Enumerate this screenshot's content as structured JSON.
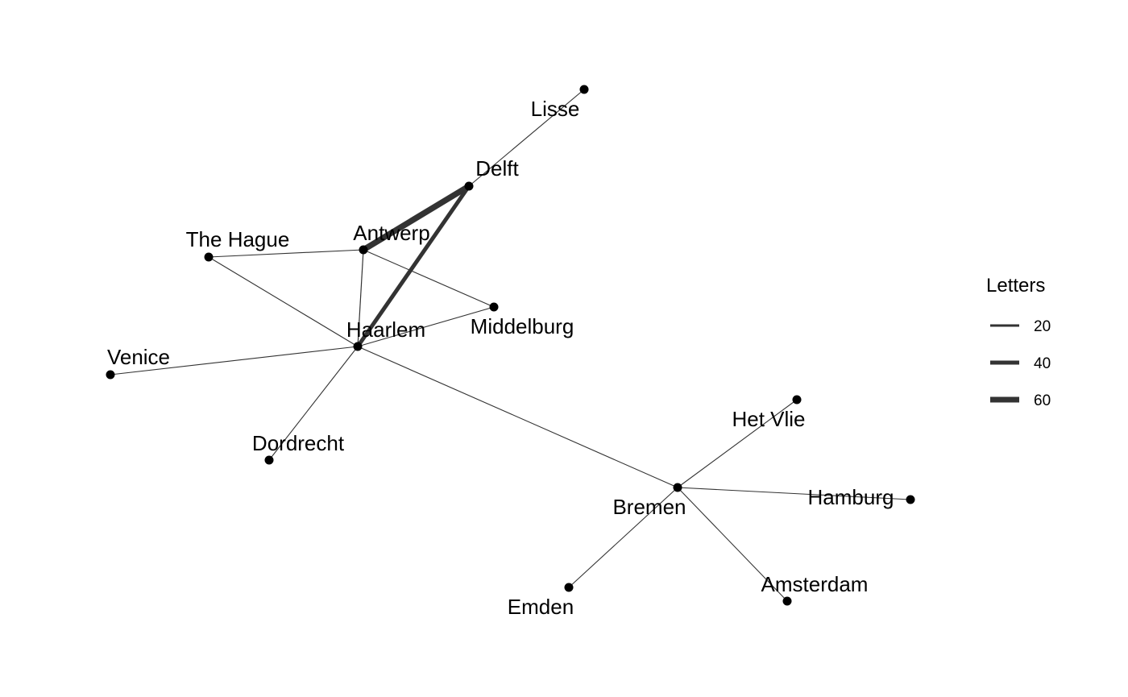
{
  "legend": {
    "title": "Letters",
    "entries": [
      {
        "label": "20",
        "letters": 20
      },
      {
        "label": "40",
        "letters": 40
      },
      {
        "label": "60",
        "letters": 60
      }
    ]
  },
  "colors": {
    "edge": "#333333",
    "node": "#000000",
    "label": "#000000"
  },
  "nodes": [
    {
      "id": "lisse",
      "name": "Lisse"
    },
    {
      "id": "delft",
      "name": "Delft"
    },
    {
      "id": "the-hague",
      "name": "The Hague"
    },
    {
      "id": "antwerp",
      "name": "Antwerp"
    },
    {
      "id": "middelburg",
      "name": "Middelburg"
    },
    {
      "id": "haarlem",
      "name": "Haarlem"
    },
    {
      "id": "venice",
      "name": "Venice"
    },
    {
      "id": "dordrecht",
      "name": "Dordrecht"
    },
    {
      "id": "het-vlie",
      "name": "Het Vlie"
    },
    {
      "id": "bremen",
      "name": "Bremen"
    },
    {
      "id": "hamburg",
      "name": "Hamburg"
    },
    {
      "id": "emden",
      "name": "Emden"
    },
    {
      "id": "amsterdam",
      "name": "Amsterdam"
    }
  ],
  "edges": [
    {
      "source": "delft",
      "target": "lisse",
      "letters": 1
    },
    {
      "source": "antwerp",
      "target": "delft",
      "letters": 64
    },
    {
      "source": "haarlem",
      "target": "delft",
      "letters": 40
    },
    {
      "source": "the-hague",
      "target": "antwerp",
      "letters": 1
    },
    {
      "source": "the-hague",
      "target": "haarlem",
      "letters": 1
    },
    {
      "source": "antwerp",
      "target": "haarlem",
      "letters": 2
    },
    {
      "source": "antwerp",
      "target": "middelburg",
      "letters": 1
    },
    {
      "source": "haarlem",
      "target": "middelburg",
      "letters": 1
    },
    {
      "source": "venice",
      "target": "haarlem",
      "letters": 1
    },
    {
      "source": "haarlem",
      "target": "dordrecht",
      "letters": 1
    },
    {
      "source": "haarlem",
      "target": "bremen",
      "letters": 1
    },
    {
      "source": "bremen",
      "target": "het-vlie",
      "letters": 1
    },
    {
      "source": "bremen",
      "target": "hamburg",
      "letters": 1
    },
    {
      "source": "bremen",
      "target": "emden",
      "letters": 1
    },
    {
      "source": "bremen",
      "target": "amsterdam",
      "letters": 1
    }
  ]
}
